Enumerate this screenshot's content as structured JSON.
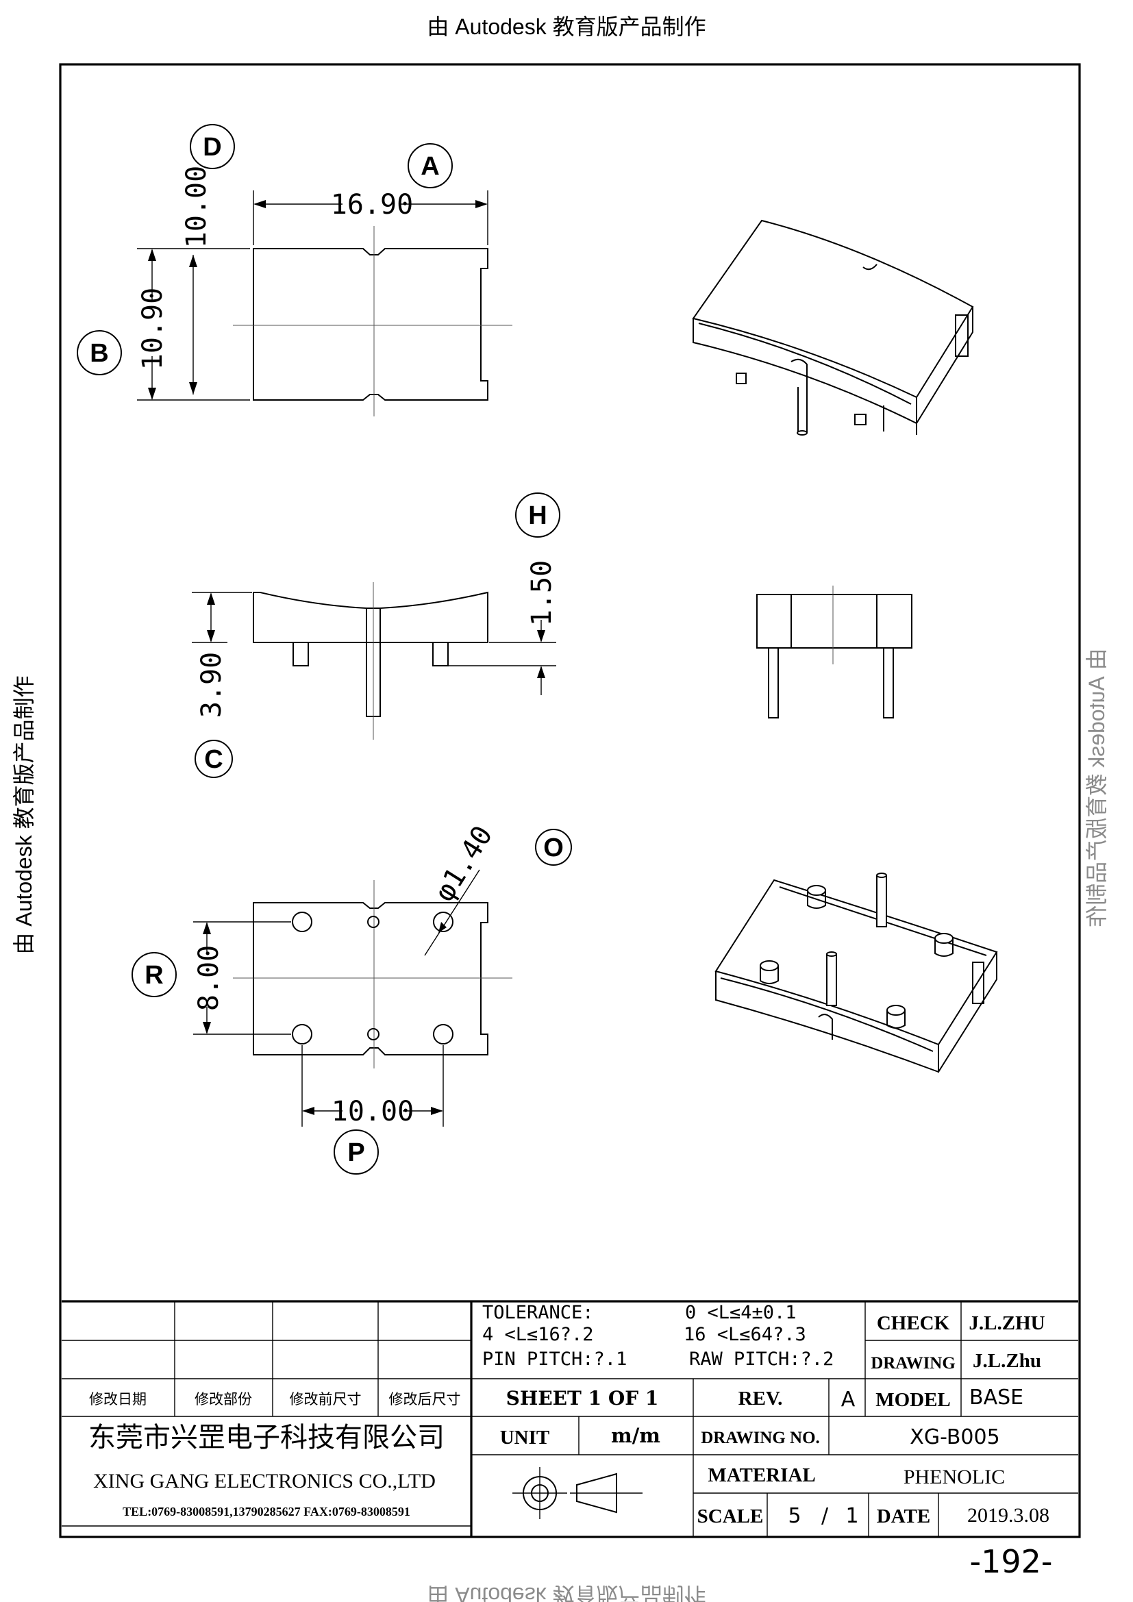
{
  "watermark": {
    "top": "由 Autodesk 教育版产品制作",
    "left": "由 Autodesk 教育版产品制作",
    "right": "由 Autodesk 教育版产品制作",
    "bottom": "由 Autodesk 教育版产品制作"
  },
  "views": {
    "top_view": {
      "label_d": "D",
      "label_a": "A",
      "label_b": "B",
      "dim_width": "16.90",
      "dim_height": "10.90",
      "dim_inner": "10.00"
    },
    "side_view": {
      "label_h": "H",
      "label_c": "C",
      "dim_height": "3.90",
      "dim_pin": "1.50"
    },
    "bottom_view": {
      "label_o": "O",
      "label_r": "R",
      "label_p": "P",
      "dim_hole": "φ1.40",
      "dim_vertical": "8.00",
      "dim_pitch": "10.00"
    }
  },
  "title_block": {
    "tolerance_label": "TOLERANCE:",
    "tol_1": "0 <L≤4±0.1",
    "tol_2": "4 <L≤16?.2",
    "tol_3": "16 <L≤64?.3",
    "pin_pitch": "PIN PITCH:?.1",
    "raw_pitch": "RAW PITCH:?.2",
    "check_label": "CHECK",
    "check_value": "J.L.ZHU",
    "drawing_label": "DRAWING",
    "drawing_value": "J.L.Zhu",
    "rev_col_1": "修改日期",
    "rev_col_2": "修改部份",
    "rev_col_3": "修改前尺寸",
    "rev_col_4": "修改后尺寸",
    "sheet": "SHEET 1 OF 1",
    "rev_label": "REV.",
    "rev_value": "A",
    "model_label": "MODEL",
    "model_value": "BASE",
    "company_cn": "东莞市兴罡电子科技有限公司",
    "company_en": "XING GANG ELECTRONICS CO.,LTD",
    "contact": "TEL:0769-83008591,13790285627 FAX:0769-83008591",
    "unit_label": "UNIT",
    "unit_value": "m/m",
    "drawing_no_label": "DRAWING NO.",
    "drawing_no_value": "XG-B005",
    "material_label": "MATERIAL",
    "material_value": "PHENOLIC",
    "scale_label": "SCALE",
    "scale_num": "5",
    "scale_sep": "/",
    "scale_den": "1",
    "date_label": "DATE",
    "date_value": "2019.3.08"
  },
  "page_number": "-192-"
}
